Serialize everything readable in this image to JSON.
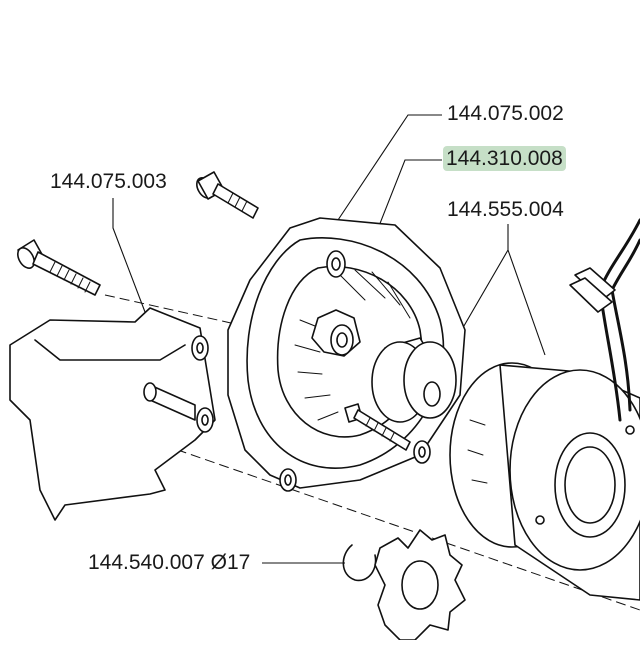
{
  "callouts": [
    {
      "id": "housing",
      "label": "144.075.002",
      "highlighted": false
    },
    {
      "id": "nut",
      "label": "144.310.008",
      "highlighted": true
    },
    {
      "id": "cover",
      "label": "144.075.003",
      "highlighted": false
    },
    {
      "id": "clutch",
      "label": "144.555.004",
      "highlighted": false
    },
    {
      "id": "sprocket",
      "label": "144.540.007 Ø17",
      "highlighted": false
    }
  ],
  "colors": {
    "highlight": "#c6dfc7",
    "line": "#111111",
    "background": "#ffffff"
  }
}
